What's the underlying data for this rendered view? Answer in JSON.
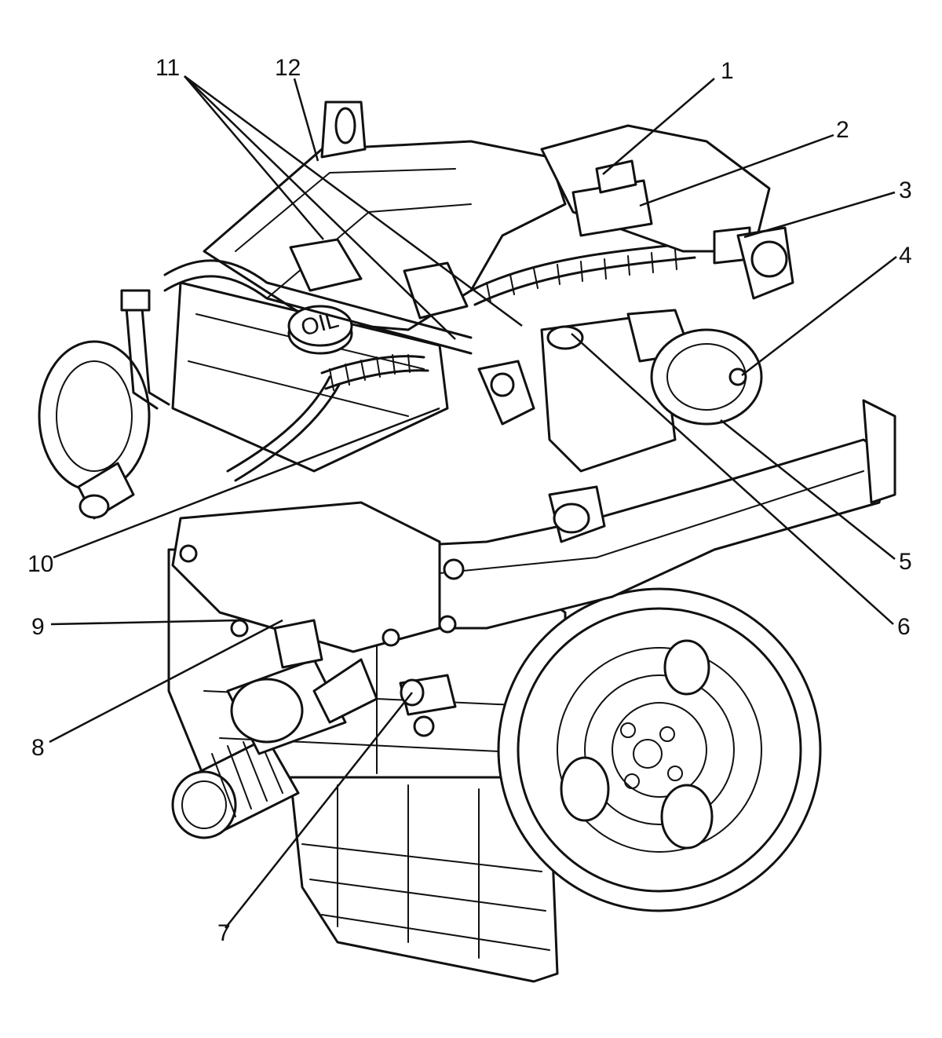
{
  "callouts": [
    "1",
    "2",
    "3",
    "4",
    "5",
    "6",
    "7",
    "8",
    "9",
    "10",
    "11",
    "12"
  ],
  "cap_label": "OIL"
}
